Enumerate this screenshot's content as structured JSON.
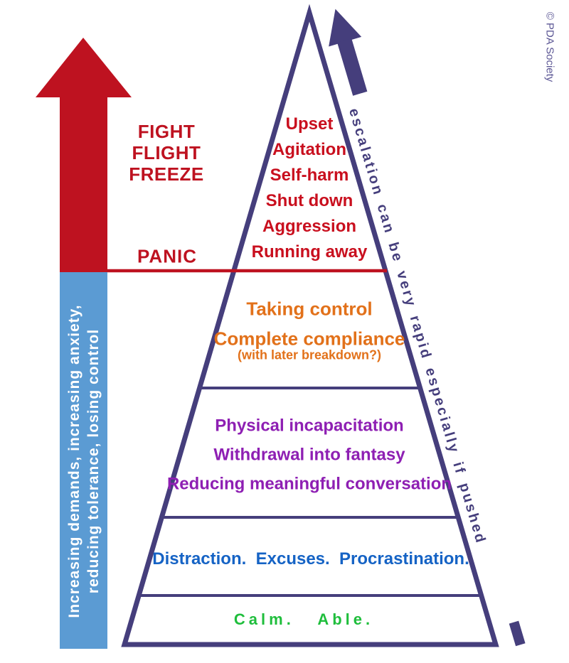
{
  "copyright_label": "© PDA Society",
  "left_indicator": {
    "fight_flight_freeze": [
      "FIGHT",
      "FLIGHT",
      "FREEZE"
    ],
    "panic_label": "PANIC",
    "bar_text": {
      "line1": "Increasing demands, increasing anxiety,",
      "line2": "reducing tolerance, losing control"
    }
  },
  "pyramid": {
    "crisis_items": [
      "Upset",
      "Agitation",
      "Self-harm",
      "Shut down",
      "Aggression",
      "Running away"
    ],
    "control_section": {
      "line1": "Taking control",
      "line2": "Complete compliance",
      "line3": "(with later breakdown?)"
    },
    "withdrawal_items": [
      "Physical incapacitation",
      "Withdrawal into fantasy",
      "Reducing meaningful conversation"
    ],
    "avoidance_line": "Distraction.  Excuses.  Procrastination.",
    "calm_line": "Calm.   Able."
  },
  "escalation_note": "escalation can be very rapid especially if pushed",
  "colors": {
    "arrow_red": "#be1220",
    "crisis_red": "#c90f1e",
    "triangle_navy": "#453e7c",
    "bar_blue": "#5b9bd3",
    "orange": "#e2711a",
    "purple": "#8e1fb3",
    "blue": "#1563c5",
    "green": "#1fbe3c",
    "copyright_gray": "#5b5694"
  }
}
